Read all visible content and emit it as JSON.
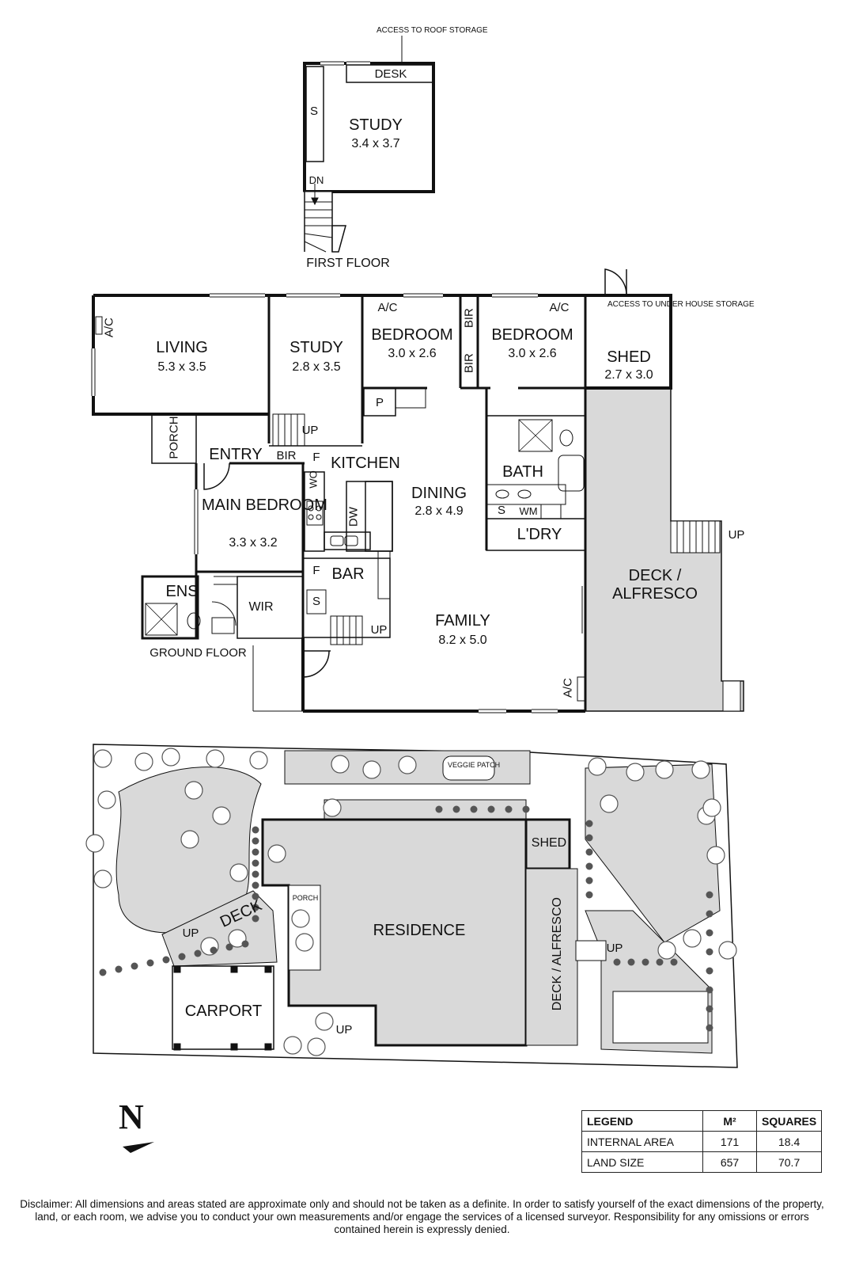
{
  "first_floor": {
    "caption": "FIRST FLOOR",
    "roof_access": "ACCESS TO ROOF STORAGE",
    "desk": "DESK",
    "shelf": "S",
    "stairs_down": "DN",
    "study": {
      "name": "STUDY",
      "size": "3.4 x 3.7"
    }
  },
  "ground_floor": {
    "caption": "GROUND FLOOR",
    "rooms": {
      "living": {
        "name": "LIVING",
        "size": "5.3 x 3.5"
      },
      "study": {
        "name": "STUDY",
        "size": "2.8 x 3.5"
      },
      "bedroom_1": {
        "name": "BEDROOM",
        "size": "3.0 x 2.6"
      },
      "bedroom_2": {
        "name": "BEDROOM",
        "size": "3.0 x 2.6"
      },
      "shed": {
        "name": "SHED",
        "size": "2.7 x 3.0"
      },
      "dining": {
        "name": "DINING",
        "size": "2.8 x 4.9"
      },
      "main_bedroom": {
        "name": "MAIN BEDROOM",
        "size": "3.3 x 3.2"
      },
      "family": {
        "name": "FAMILY",
        "size": "8.2 x 5.0"
      },
      "deck": {
        "name": "DECK / ALFRESCO"
      }
    },
    "labels": {
      "ac": "A/C",
      "bir": "BIR",
      "porch": "PORCH",
      "entry": "ENTRY",
      "kitchen": "KITCHEN",
      "fridge": "F",
      "wall_oven": "WO",
      "dishwasher": "DW",
      "pantry": "P",
      "bath": "BATH",
      "shower": "S",
      "washing_machine": "WM",
      "laundry": "L'DRY",
      "bar": "BAR",
      "ensuite": "ENS",
      "wir": "WIR",
      "up": "UP",
      "under_house": "ACCESS TO UNDER HOUSE STORAGE"
    }
  },
  "site_plan": {
    "residence": "RESIDENCE",
    "shed": "SHED",
    "carport": "CARPORT",
    "deck": "DECK",
    "deck_alfresco": "DECK / ALFRESCO",
    "porch": "PORCH",
    "veggie_patch": "VEGGIE PATCH",
    "up": "UP"
  },
  "north": "N",
  "legend": {
    "headers": [
      "LEGEND",
      "M²",
      "SQUARES"
    ],
    "rows": [
      {
        "label": "INTERNAL AREA",
        "m2": "171",
        "squares": "18.4"
      },
      {
        "label": "LAND SIZE",
        "m2": "657",
        "squares": "70.7"
      }
    ]
  },
  "disclaimer": "Disclaimer: All dimensions and areas stated are approximate only and should not be taken as a definite. In order to satisfy yourself of the exact dimensions of the property, land, or each room, we advise you to conduct your own measurements and/or engage the services of a licensed surveyor. Responsibility for any omissions or errors contained herein is expressly denied.",
  "colors": {
    "wall": "#111111",
    "shade": "#d9d9d9",
    "tree": "#555555"
  }
}
